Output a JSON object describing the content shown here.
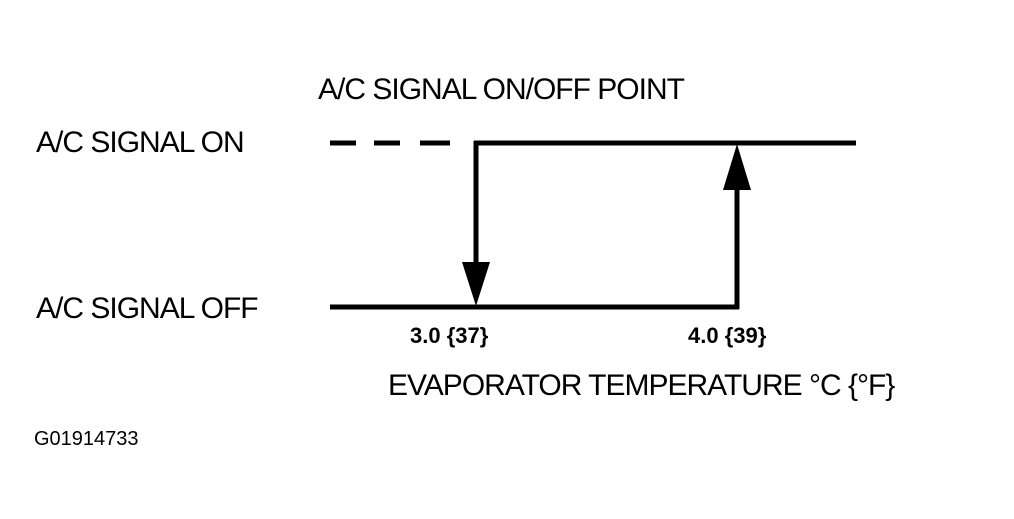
{
  "title": "A/C SIGNAL ON/OFF POINT",
  "labels": {
    "on": "A/C SIGNAL ON",
    "off": "A/C SIGNAL OFF"
  },
  "thresholds": {
    "off_point": "3.0 {37}",
    "on_point": "4.0 {39}"
  },
  "axis_label": "EVAPORATOR TEMPERATURE °C {°F}",
  "figure_code": "G01914733",
  "colors": {
    "ink": "#000000",
    "background": "#ffffff"
  }
}
